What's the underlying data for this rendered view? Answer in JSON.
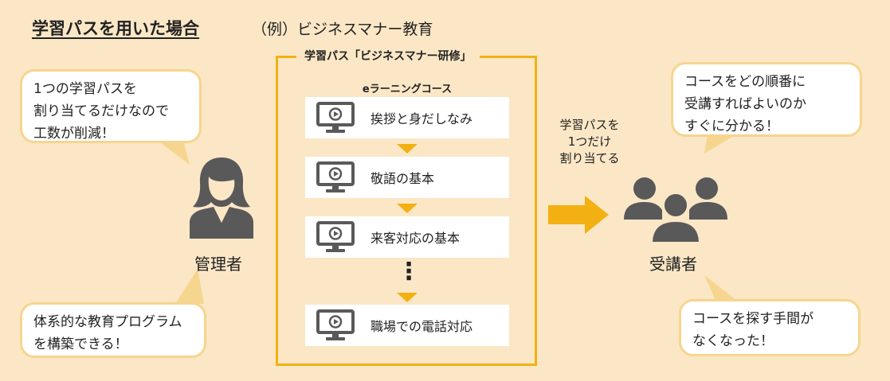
{
  "header": {
    "title": "学習パスを用いた場合",
    "subtitle": "（例）ビジネスマナー教育"
  },
  "bubbles": {
    "admin_top": [
      "1つの学習パスを",
      "割り当てるだけなので",
      "工数が削減！"
    ],
    "admin_bottom": [
      "体系的な教育プログラム",
      "を構築できる！"
    ],
    "learner_top": [
      "コースをどの順番に",
      "受講すればよいのか",
      "すぐに分かる！"
    ],
    "learner_bottom": [
      "コースを探す手間が",
      "なくなった！"
    ]
  },
  "learning_path": {
    "label": "学習パス「ビジネスマナー研修」",
    "course_header": "eラーニングコース",
    "courses": [
      "挨拶と身だしなみ",
      "敬語の基本",
      "来客対応の基本",
      "職場での電話対応"
    ],
    "ellipsis": "⋮"
  },
  "assign_text": [
    "学習パスを",
    "1つだけ",
    "割り当てる"
  ],
  "roles": {
    "admin": "管理者",
    "learner": "受講者"
  },
  "colors": {
    "background": "#fbe7c6",
    "accent": "#f2b012",
    "bubble_border": "#f6d58e",
    "icon_gray": "#595959"
  }
}
